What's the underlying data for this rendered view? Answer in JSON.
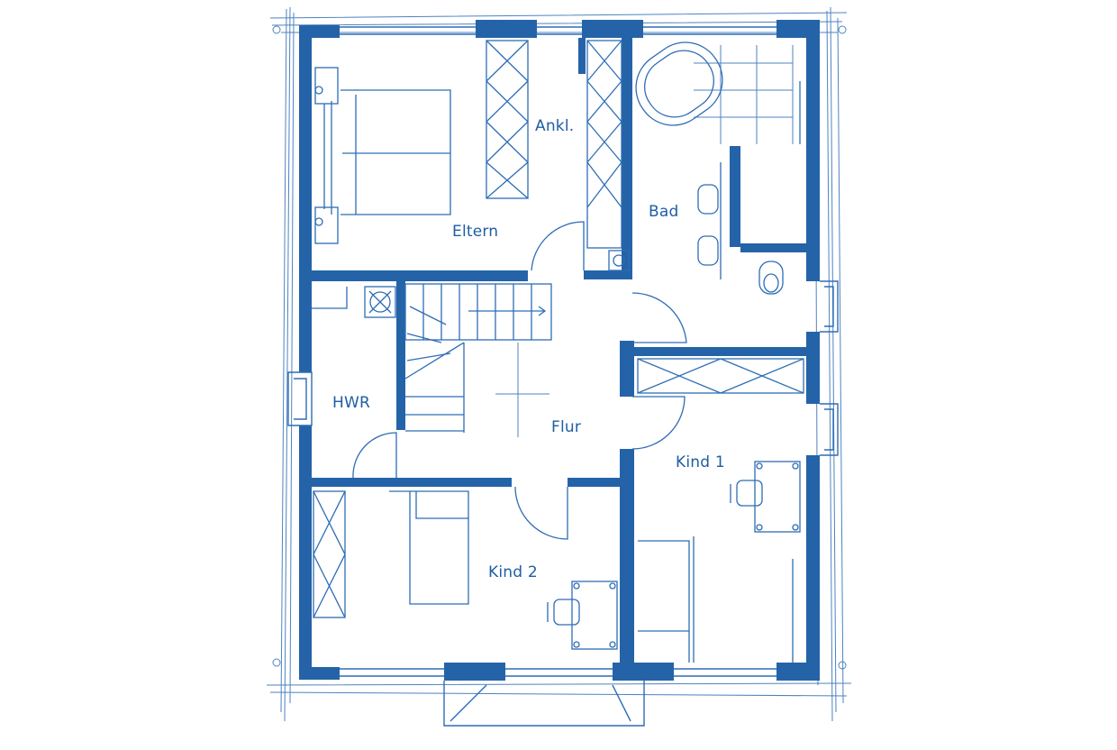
{
  "colors": {
    "wall": "#2563a8",
    "line": "#2e6db5",
    "label": "#1f5ea3",
    "background": "#ffffff"
  },
  "rooms": {
    "eltern": "Eltern",
    "ankl": "Ankl.",
    "bad": "Bad",
    "hwr": "HWR",
    "flur": "Flur",
    "kind1": "Kind 1",
    "kind2": "Kind 2"
  }
}
